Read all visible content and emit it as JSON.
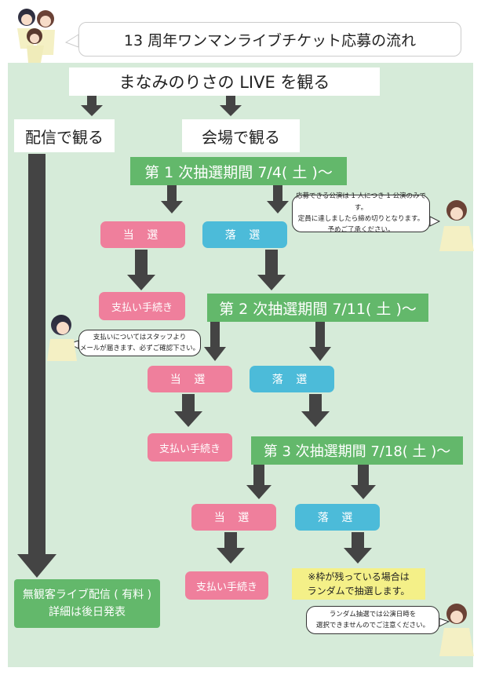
{
  "header": {
    "title": "13 周年ワンマンライブチケット応募の流れ"
  },
  "top": {
    "label": "まなみのりさの LIVE を観る"
  },
  "stream": {
    "label": "配信で観る",
    "result_line1": "無観客ライブ配信 ( 有料 )",
    "result_line2": "詳細は後日発表"
  },
  "venue": {
    "label": "会場で観る"
  },
  "rounds": [
    {
      "label": "第 1 次抽選期間 7/4( 土 )〜",
      "win": "当 選",
      "lose": "落 選",
      "pay": "支払い手続き"
    },
    {
      "label": "第 2 次抽選期間 7/11( 土 )〜",
      "win": "当 選",
      "lose": "落 選",
      "pay": "支払い手続き"
    },
    {
      "label": "第 3 次抽選期間 7/18( 土 )〜",
      "win": "当 選",
      "lose": "落 選",
      "pay": "支払い手続き"
    }
  ],
  "notes": {
    "limit_line1": "応募できる公演は 1 人につき 1 公演のみです。",
    "limit_line2": "定員に達しましたら締め切りとなります。",
    "limit_line3": "予めご了承ください。",
    "pay_line1": "支払いについてはスタッフより",
    "pay_line2": "メールが届きます、必ずご確認下さい。",
    "random_line1": "※枠が残っている場合は",
    "random_line2": "ランダムで抽選します。",
    "random_note_line1": "ランダム抽選では公演日時を",
    "random_note_line2": "選択できませんのでご注意ください。"
  },
  "colors": {
    "background": "#d6ebd9",
    "green": "#63b86b",
    "pink": "#ef7f9c",
    "blue": "#4cbbd9",
    "arrow": "#444444",
    "yellow": "#f4f088"
  },
  "icons": [
    "character-illustration"
  ]
}
